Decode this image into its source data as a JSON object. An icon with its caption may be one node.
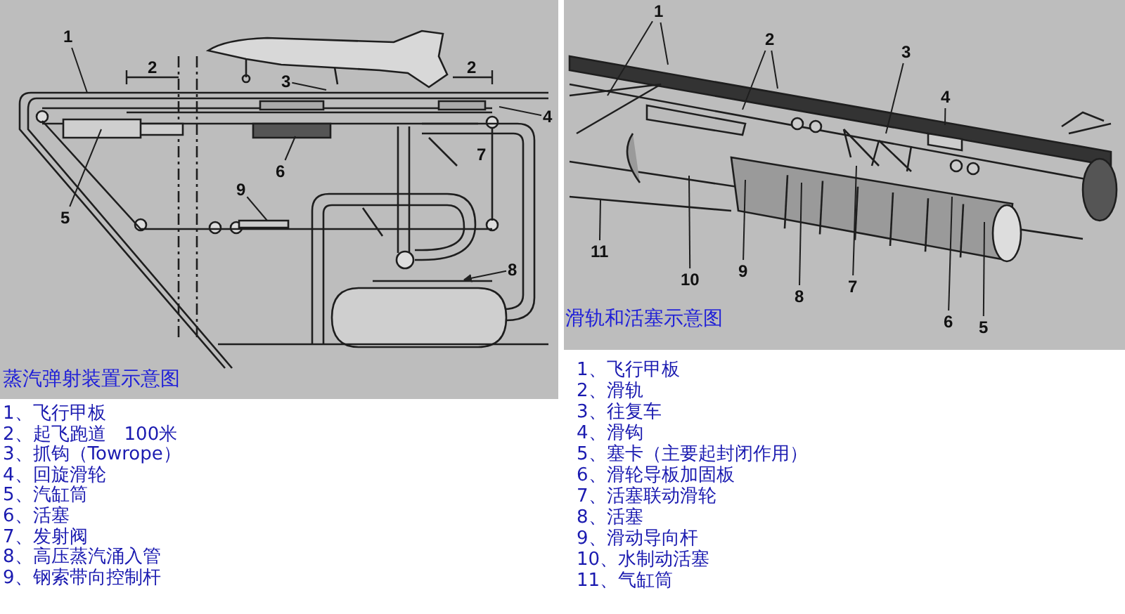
{
  "diagram": {
    "nodes": [
      {
        "text": [
          "1"
        ]
      },
      {
        "text": [
          "3"
        ]
      },
      {
        "text": [
          "4"
        ]
      },
      {
        "text": [
          "5"
        ]
      },
      {
        "text": [
          "6"
        ]
      },
      {
        "text": [
          "8"
        ]
      },
      {
        "text": [
          "9"
        ]
      },
      {
        "text": [
          "1"
        ]
      },
      {
        "text": [
          "2"
        ]
      },
      {
        "text": [
          "3"
        ]
      },
      {
        "text": [
          "4"
        ]
      },
      {
        "text": [
          "5"
        ]
      },
      {
        "text": [
          "6"
        ]
      },
      {
        "text": [
          "7"
        ]
      },
      {
        "text": [
          "8"
        ]
      },
      {
        "text": [
          "9"
        ]
      },
      {
        "text": [
          "10"
        ]
      },
      {
        "text": [
          "11"
        ]
      }
    ],
    "edges": [
      {
        "from": 0,
        "to": null,
        "arrow": "none"
      },
      {
        "from": 1,
        "to": null,
        "arrow": "none"
      },
      {
        "from": 2,
        "to": null,
        "arrow": "none"
      },
      {
        "from": 3,
        "to": null,
        "arrow": "none"
      },
      {
        "from": 4,
        "to": null,
        "arrow": "none"
      },
      {
        "from": 5,
        "to": null,
        "arrow": "to"
      },
      {
        "from": 6,
        "to": null,
        "arrow": "none"
      },
      {
        "from": 7,
        "to": null,
        "arrow": "none"
      },
      {
        "from": 7,
        "to": null,
        "arrow": "none"
      },
      {
        "from": 8,
        "to": null,
        "arrow": "none"
      },
      {
        "from": 8,
        "to": null,
        "arrow": "none"
      },
      {
        "from": 9,
        "to": null,
        "arrow": "none"
      },
      {
        "from": 10,
        "to": null,
        "arrow": "none"
      },
      {
        "from": 11,
        "to": null,
        "arrow": "none"
      },
      {
        "from": 12,
        "to": null,
        "arrow": "none"
      },
      {
        "from": 13,
        "to": null,
        "arrow": "none"
      },
      {
        "from": 14,
        "to": null,
        "arrow": "none"
      },
      {
        "from": 15,
        "to": null,
        "arrow": "none"
      },
      {
        "from": 16,
        "to": null,
        "arrow": "none"
      },
      {
        "from": 17,
        "to": null,
        "arrow": "none"
      }
    ],
    "labels": [
      "2",
      "2",
      "7",
      "蒸汽弹射装置示意图",
      "1、飞行甲板",
      "2、起飞跑道　100米",
      "3、抓钩（Towrope）",
      "4、回旋滑轮",
      "5、汽缸筒",
      "6、活塞",
      "7、发射阀",
      "8、高压蒸汽涌入管",
      "9、钢索带向控制杆",
      "滑轨和活塞示意图",
      "1、飞行甲板",
      "2、滑轨",
      "3、往复车",
      "4、滑钩",
      "5、塞卡（主要起封闭作用）",
      "6、滑轮导板加固板",
      "7、活塞联动滑轮",
      "8、活塞",
      "9、滑动导向杆",
      "10、水制动活塞",
      "11、气缸筒"
    ]
  }
}
